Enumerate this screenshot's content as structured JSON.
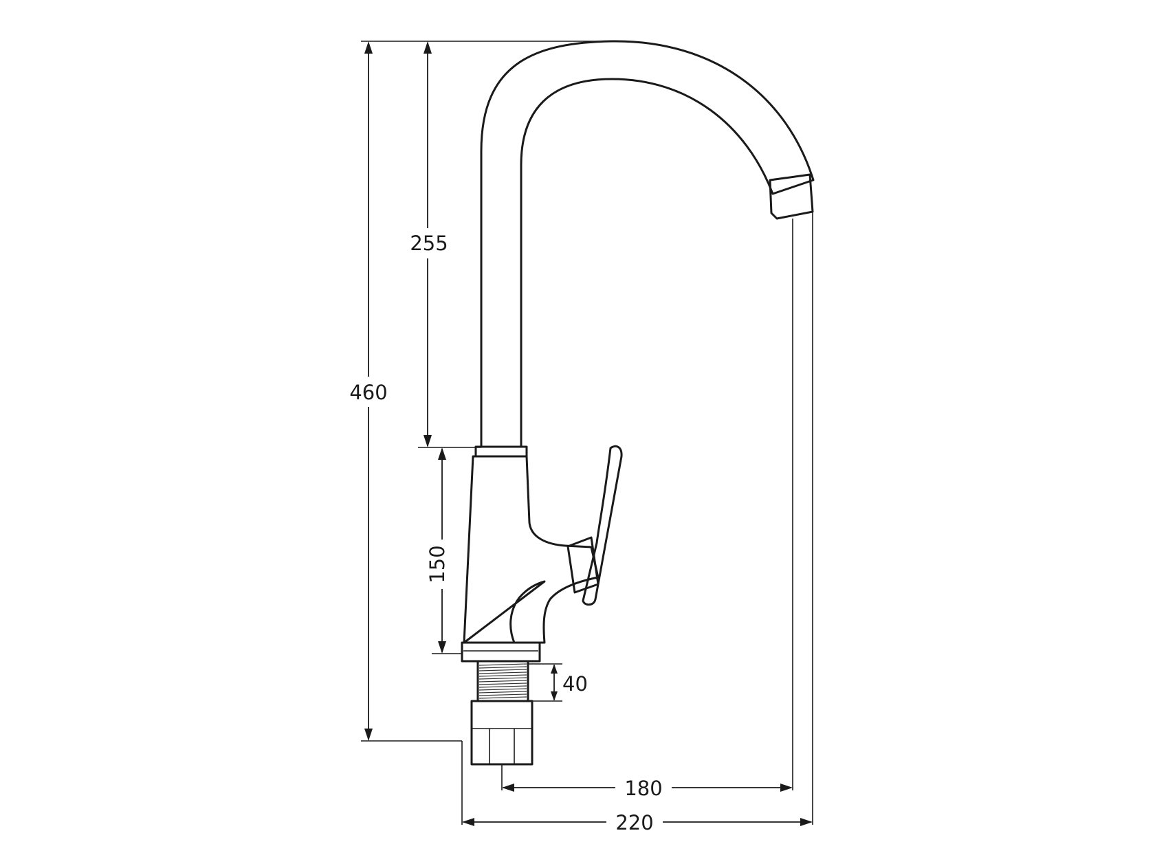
{
  "dimensions": {
    "total_height": "460",
    "spout_height": "255",
    "body_height": "150",
    "thread_length": "40",
    "spout_reach": "180",
    "total_width": "220"
  }
}
